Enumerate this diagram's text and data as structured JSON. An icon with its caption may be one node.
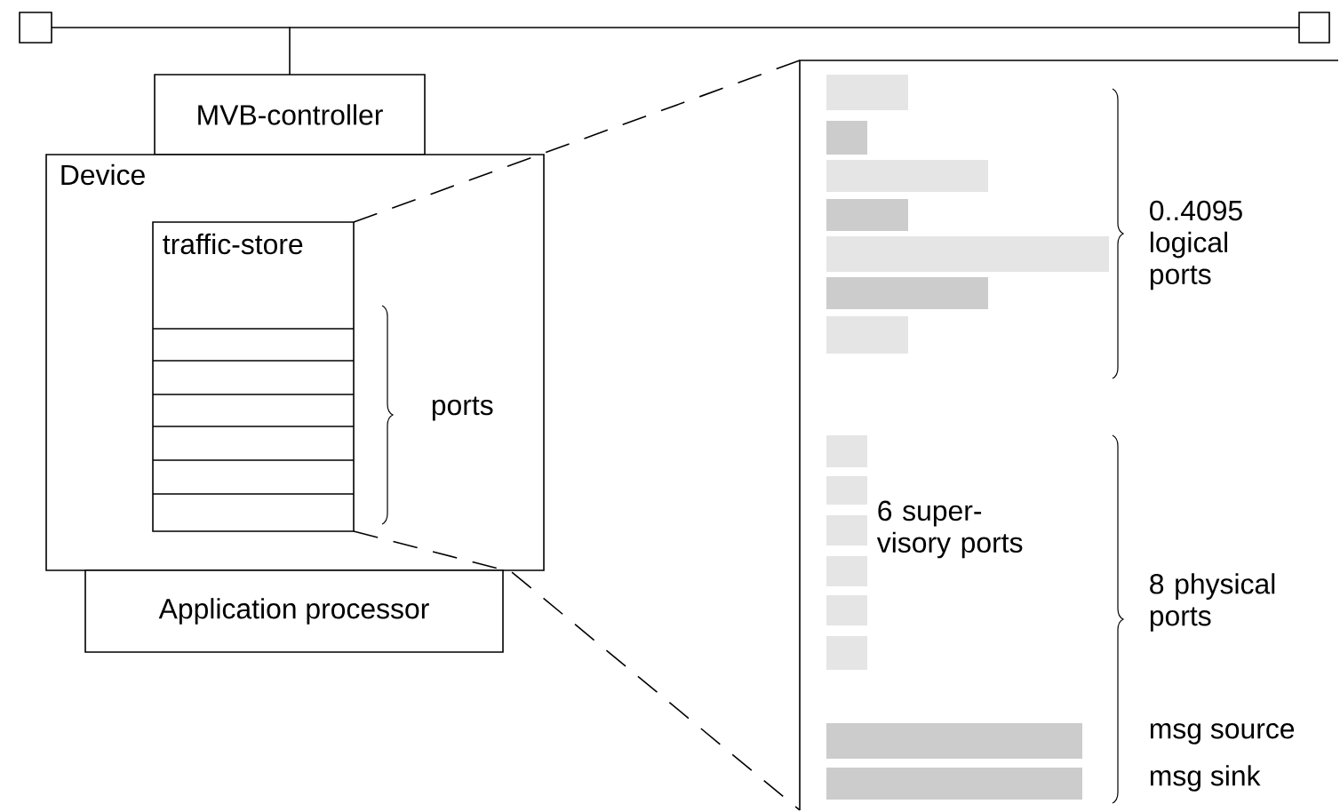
{
  "diagram": {
    "nodes": [
      {
        "text": [],
        "shape": "box"
      },
      {
        "text": [],
        "shape": "box"
      },
      {
        "text": [
          "MVB-controller"
        ]
      },
      {
        "text": [
          "Device"
        ]
      },
      {
        "text": [
          "traffic-store"
        ],
        "in": 3
      },
      {
        "text": [
          "Application processor"
        ]
      },
      {
        "text": [],
        "shape": "box"
      }
    ],
    "edges": [
      {
        "from": 0,
        "to": 1,
        "arrow": "none"
      },
      {
        "from": null,
        "to": 2,
        "arrow": "none"
      },
      {
        "from": 4,
        "to": 6,
        "arrow": "none",
        "style": "dashed"
      },
      {
        "from": 4,
        "to": 6,
        "arrow": "none",
        "style": "dashed"
      }
    ],
    "labels": [
      "ports",
      "0..4095 logical ports",
      "6 super- visory ports",
      "8 physical ports",
      "msg source",
      "msg sink"
    ]
  }
}
